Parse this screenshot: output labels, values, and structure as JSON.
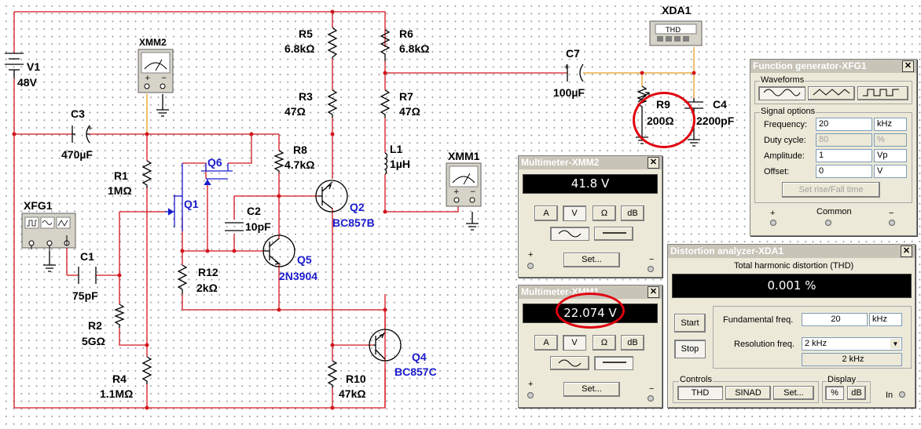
{
  "labels": {
    "V1": "V1",
    "V1_val": "48V",
    "C3": "C3",
    "C3_val": "470µF",
    "XMM2": "XMM2",
    "R5": "R5",
    "R5_val": "6.8kΩ",
    "R6": "R6",
    "R6_val": "6.8kΩ",
    "R3": "R3",
    "R3_val": "47Ω",
    "R7": "R7",
    "R7_val": "47Ω",
    "C7": "C7",
    "C7_val": "100µF",
    "XDA1": "XDA1",
    "xda_thd": "THD",
    "R9": "R9",
    "R9_val": "200Ω",
    "C4": "C4",
    "C4_val": "2200pF",
    "R8": "R8",
    "R8_val": "4.7kΩ",
    "L1": "L1",
    "L1_val": "1µH",
    "XMM1": "XMM1",
    "R1": "R1",
    "R1_val": "1MΩ",
    "Q6": "Q6",
    "Q1": "Q1",
    "C2": "C2",
    "C2_val": "10pF",
    "Q2": "Q2",
    "Q2_val": "BC857B",
    "XFG1": "XFG1",
    "C1": "C1",
    "C1_val": "75pF",
    "Q5": "Q5",
    "Q5_val": "2N3904",
    "R12": "R12",
    "R12_val": "2kΩ",
    "R2": "R2",
    "R2_val": "5GΩ",
    "Q4": "Q4",
    "Q4_val": "BC857C",
    "R4": "R4",
    "R4_val": "1.1MΩ",
    "R10": "R10",
    "R10_val": "47kΩ"
  },
  "func_gen": {
    "title": "Function generator-XFG1",
    "waveforms_label": "Waveforms",
    "signal_options_label": "Signal options",
    "rows": [
      {
        "label": "Frequency:",
        "value": "20",
        "unit": "kHz",
        "disabled": false
      },
      {
        "label": "Duty cycle:",
        "value": "80",
        "unit": "%",
        "disabled": true
      },
      {
        "label": "Amplitude:",
        "value": "1",
        "unit": "Vp",
        "disabled": false
      },
      {
        "label": "Offset:",
        "value": "0",
        "unit": "V",
        "disabled": false
      }
    ],
    "rise_fall_button": "Set rise/Fall time",
    "plus": "+",
    "common": "Common",
    "minus": "−"
  },
  "mm2": {
    "title": "Multimeter-XMM2",
    "reading": "41.8 V",
    "buttons": [
      "A",
      "V",
      "Ω",
      "dB"
    ],
    "set_button": "Set...",
    "plus": "+",
    "minus": "−"
  },
  "mm1": {
    "title": "Multimeter-XMM1",
    "reading": "22.074 V",
    "buttons": [
      "A",
      "V",
      "Ω",
      "dB"
    ],
    "set_button": "Set...",
    "plus": "+",
    "minus": "−"
  },
  "dist": {
    "title": "Distortion analyzer-XDA1",
    "thd_label": "Total harmonic distortion (THD)",
    "reading": "0.001 %",
    "start_button": "Start",
    "stop_button": "Stop",
    "fund_label": "Fundamental freq.",
    "fund_value": "20",
    "fund_unit": "kHz",
    "res_label": "Resolution freq.",
    "res_value": "2 kHz",
    "res_readout": "2 kHz",
    "controls_label": "Controls",
    "thd_button": "THD",
    "sinad_button": "SINAD",
    "set_button": "Set...",
    "display_label": "Display",
    "pct_button": "%",
    "db_button": "dB",
    "in_label": "In"
  },
  "colors": {
    "wire": "#d4141c",
    "probe_wire": "#e89a1c",
    "transistor_label": "#1a1acc",
    "highlight": "#e00010"
  }
}
